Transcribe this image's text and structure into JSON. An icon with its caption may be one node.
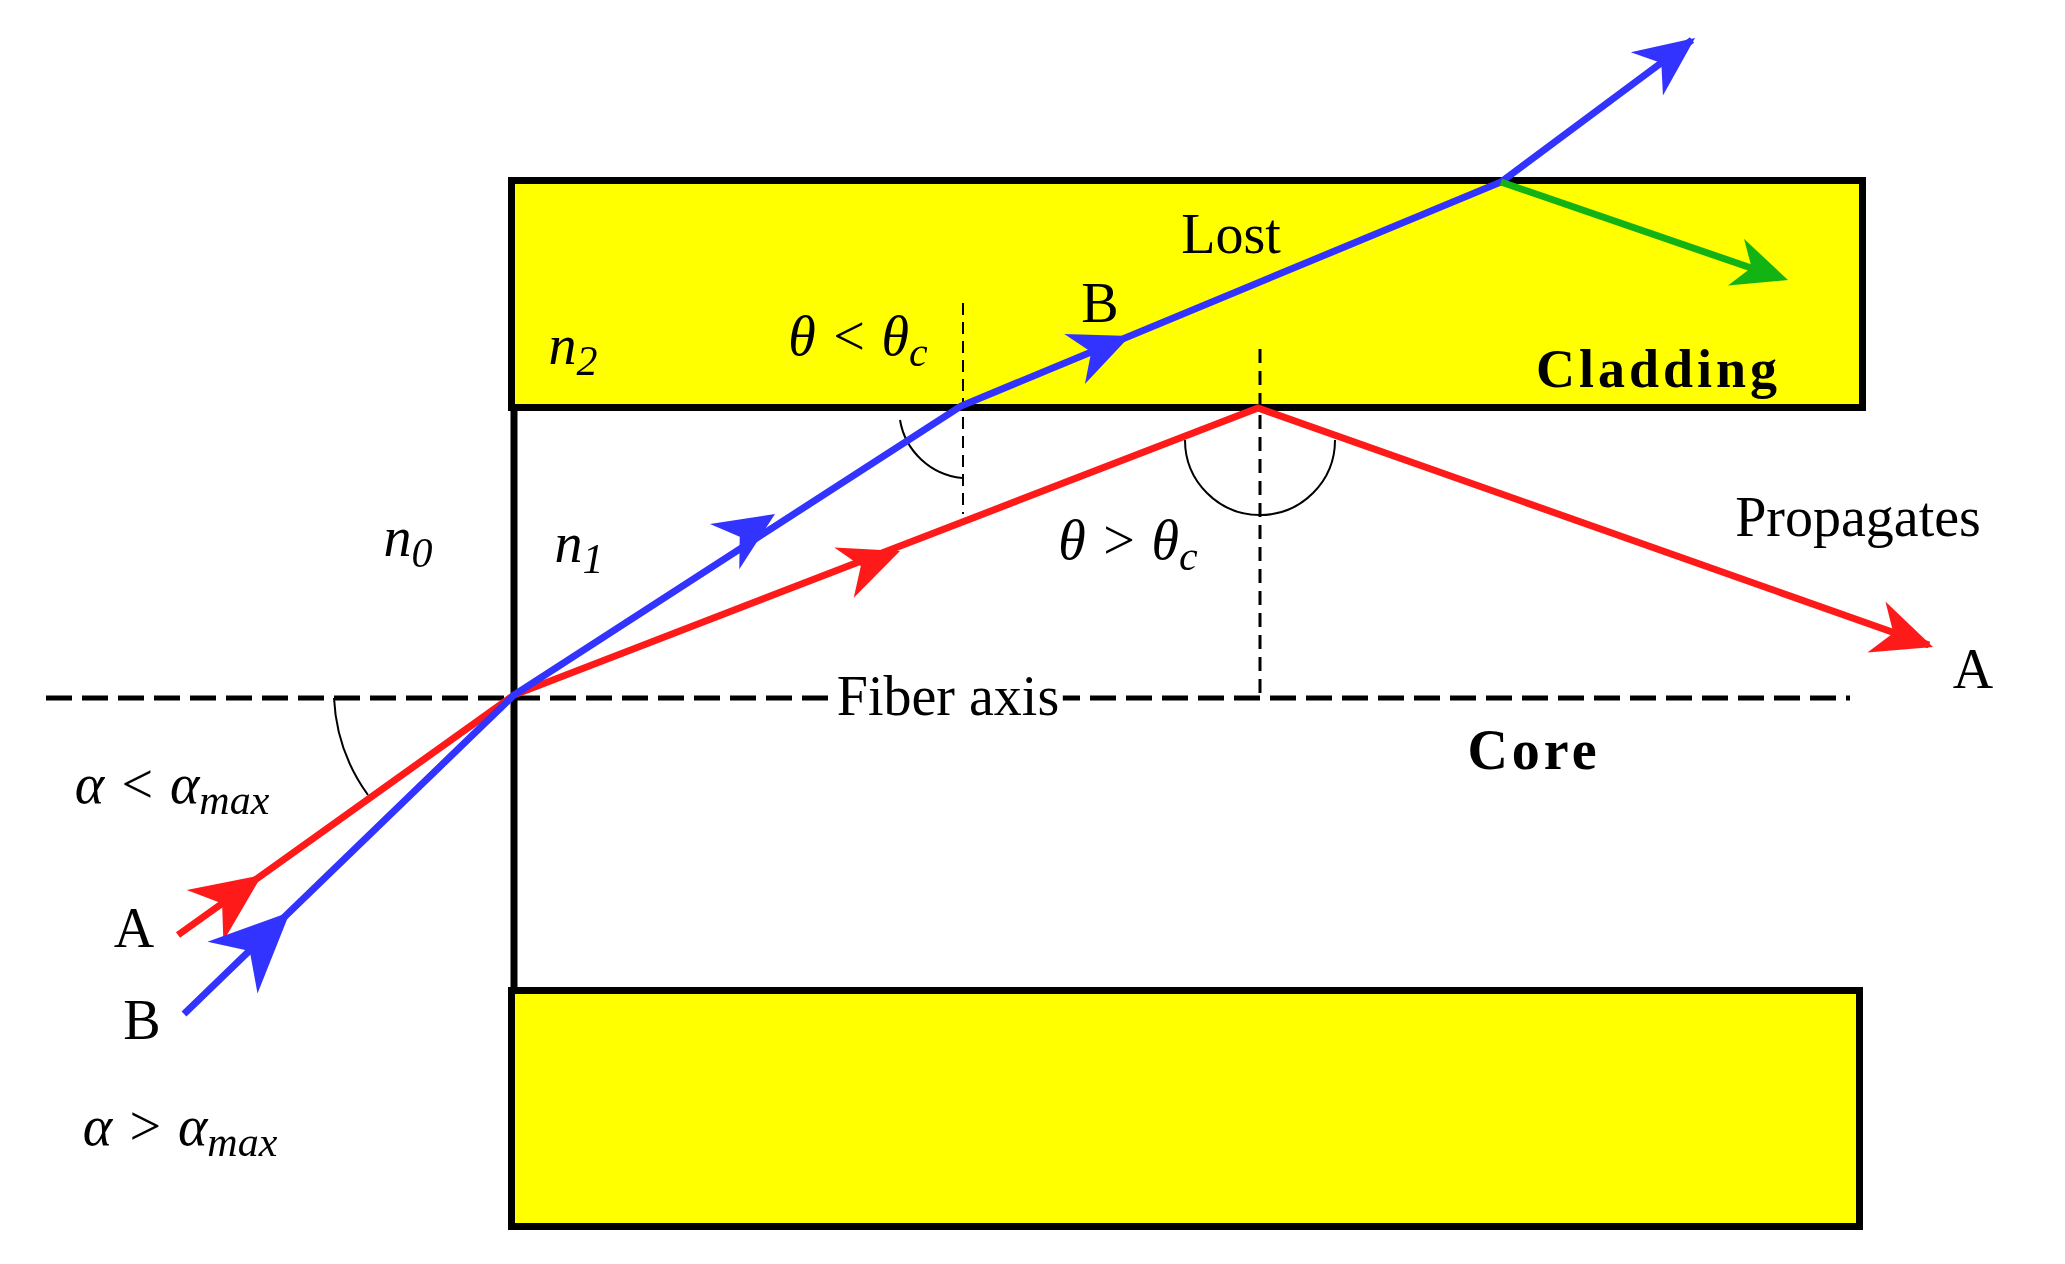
{
  "diagram": {
    "nodes": [
      {
        "text": [
          "Cladding"
        ]
      },
      {
        "text": [],
        "shape": "box"
      }
    ],
    "labels": [
      "Lost",
      "θ < θ$_{c}$",
      "B",
      "n$_{2}$",
      "n$_{0}$",
      "n$_{1}$",
      "θ > θ$_{c}$",
      "Propagates",
      "A",
      "Fiber axis",
      "Core",
      "α < α$_{max}$",
      "A",
      "B",
      "α > α$_{max}$"
    ]
  }
}
